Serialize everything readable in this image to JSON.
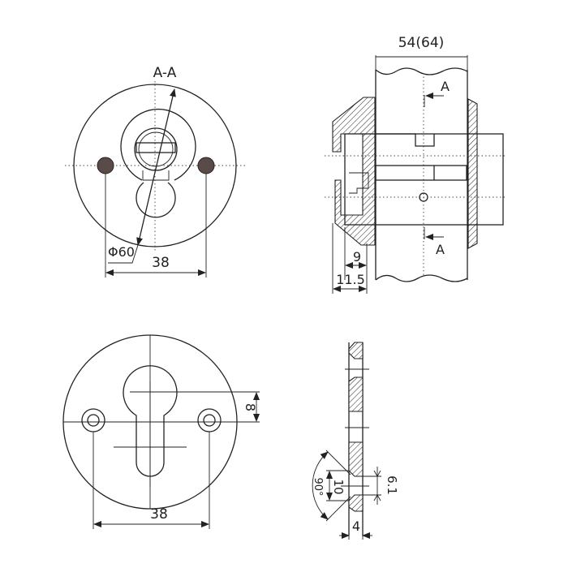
{
  "section_label": "A-A",
  "top_left_view": {
    "diameter_label": "Φ60",
    "hole_spacing_label": "38"
  },
  "top_right_view": {
    "thickness_label": "54(64)",
    "section_marker_top": "A",
    "section_marker_bottom": "A",
    "dim_inner": "9",
    "dim_outer": "11.5"
  },
  "bottom_left_view": {
    "hole_spacing_label": "38",
    "dim_offset": "8"
  },
  "bottom_right_view": {
    "angle_label": "90°",
    "countersink_label": "10",
    "hole_label": "6.1",
    "thickness_label": "4"
  },
  "colors": {
    "line": "#222222",
    "screw_fill": "#5a4a48"
  }
}
